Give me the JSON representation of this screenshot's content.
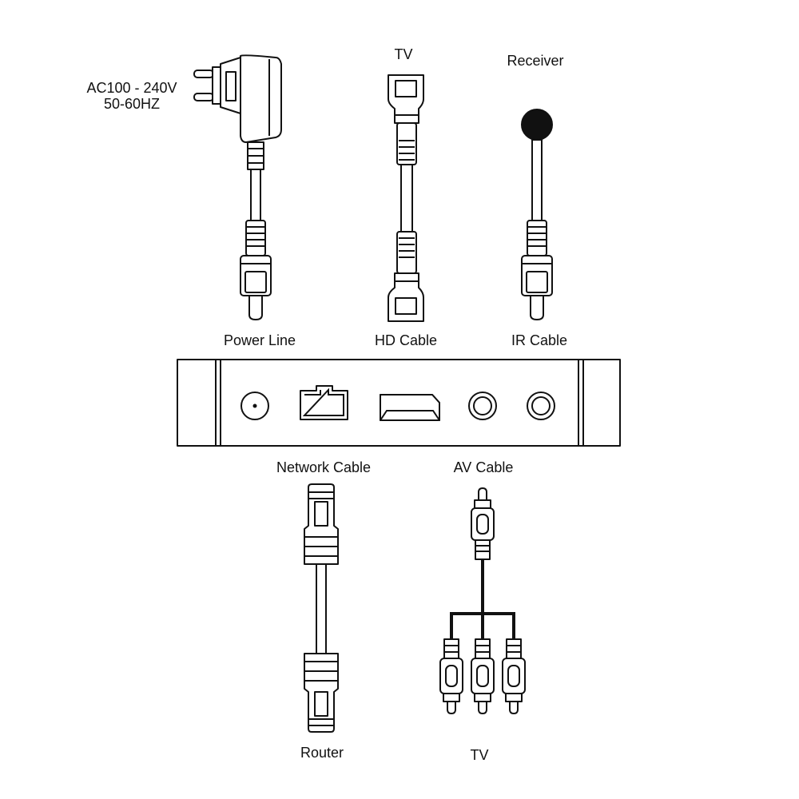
{
  "labels": {
    "power_voltage_line1": "AC100 - 240V",
    "power_voltage_line2": "50-60HZ",
    "hd_top": "TV",
    "ir_top": "Receiver",
    "power_line": "Power Line",
    "hd_cable": "HD Cable",
    "ir_cable": "IR Cable",
    "network_cable": "Network Cable",
    "av_cable": "AV Cable",
    "router": "Router",
    "av_bottom": "TV"
  },
  "device_ports": [
    "dc-power-port",
    "rj45-lan-port",
    "hdmi-port",
    "ir-port",
    "av-port"
  ],
  "colors": {
    "line": "#111111",
    "background": "#ffffff"
  }
}
